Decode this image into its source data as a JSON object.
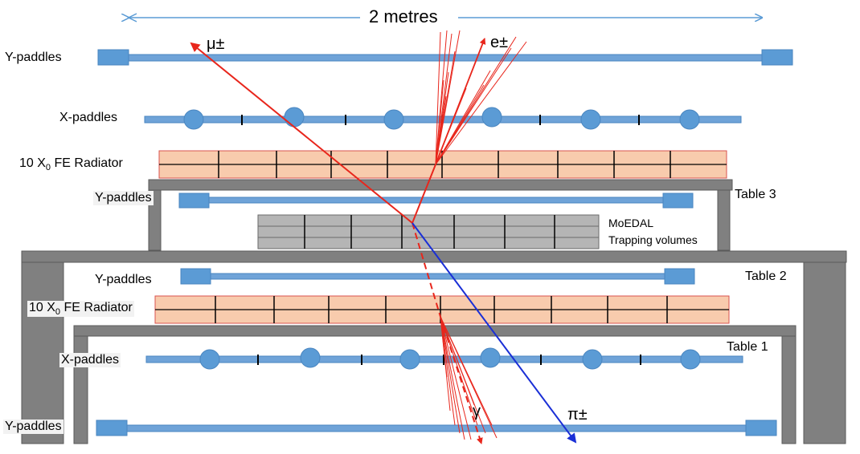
{
  "scale": {
    "label": "2 metres"
  },
  "labels": {
    "y_paddles_top": "Y-paddles",
    "x_paddles_top": "X-paddles",
    "radiator_top": {
      "prefix": "10 X",
      "sub": "0",
      "suffix": " FE Radiator"
    },
    "y_paddles_t3": "Y-paddles",
    "table3": "Table 3",
    "moedal_line1": "MoEDAL",
    "moedal_line2": "Trapping volumes",
    "table2": "Table 2",
    "y_paddles_t2": "Y-paddles",
    "radiator_bottom": {
      "prefix": "10 X",
      "sub": "0",
      "suffix": " FE Radiator"
    },
    "table1": "Table 1",
    "x_paddles_bottom": "X-paddles",
    "y_paddles_bottom": "Y-paddles"
  },
  "particles": {
    "muon": "μ±",
    "electron": "e±",
    "photon": "γ",
    "pion": "π±"
  },
  "colors": {
    "paddle": "#5b9bd5",
    "paddle_edge": "#4a86c0",
    "radiator_fill": "#f8cbad",
    "radiator_edge": "#d9534f",
    "table": "#7f7f7f",
    "table_edge": "#5a5a5a",
    "moedal": "#b0b0b0",
    "track_red": "#e8261c",
    "track_blue": "#1a2fd6",
    "arrow_scale": "#5b9bd5"
  }
}
